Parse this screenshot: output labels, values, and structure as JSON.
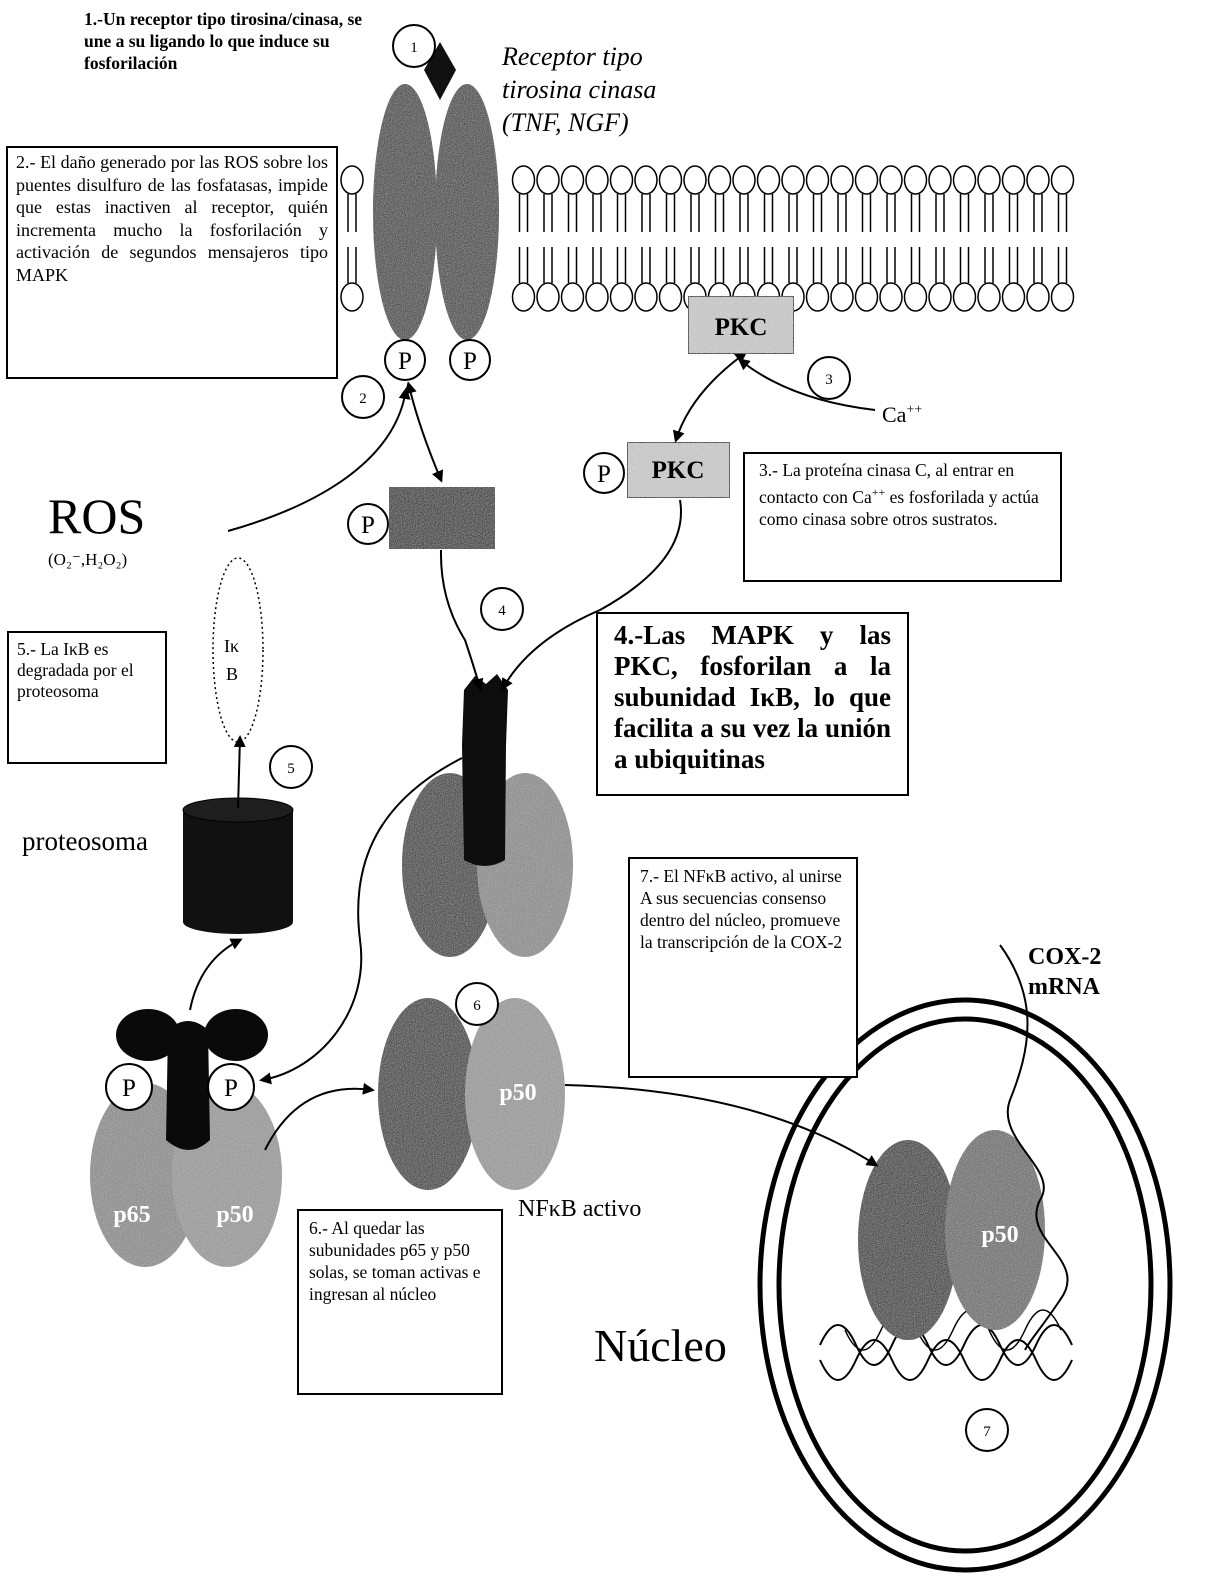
{
  "notes": {
    "n1": "1.-Un receptor tipo tirosina/cinasa, se une a su ligando lo que induce su fosforilación",
    "n2": "2.- El daño generado por las ROS sobre los puentes disulfuro de las fosfatasas, impide que estas inactiven al receptor, quién incrementa mucho la fosforilación y activación de segundos mensajeros tipo MAPK",
    "n3_pre": "3.- La proteína cinasa C, al entrar en contacto con Ca",
    "n3_sup": "++",
    "n3_post": " es fosforilada y actúa como cinasa sobre otros sustratos.",
    "n4": "4.-Las MAPK y las PKC, fosforilan a la subunidad IκB, lo que facilita a su vez la unión a ubiquitinas",
    "n5": "5.- La IκB es degradada por el proteosoma",
    "n6": "6.- Al quedar las subunidades p65 y p50 solas, se toman activas e ingresan al núcleo",
    "n7": "7.- El NFκB activo, al unirse A sus secuencias consenso dentro del núcleo, promueve la transcripción de la COX-2"
  },
  "labels": {
    "receptor_line1": "Receptor tipo",
    "receptor_line2": "tirosina cinasa",
    "receptor_line3": "(TNF, NGF)",
    "ros": "ROS",
    "ros_species": "(O₂⁻,H₂O₂)",
    "proteosoma": "proteosoma",
    "ca": "Ca",
    "ca_sup": "++",
    "nfkb_activo": "NFκB activo",
    "nucleo": "Núcleo",
    "cox2": "COX-2",
    "mrna": "mRNA",
    "pkc": "PKC",
    "p": "P",
    "ikb": "Iκ",
    "ikb2": "B",
    "p65": "p65",
    "p50": "p50"
  },
  "steps": [
    "1",
    "2",
    "3",
    "4",
    "5",
    "6",
    "7"
  ],
  "colors": {
    "dark": "#151515",
    "mid": "#555555",
    "light": "#b5b5b5",
    "pkc_fill": "#d0d0d0",
    "line": "#000000"
  }
}
